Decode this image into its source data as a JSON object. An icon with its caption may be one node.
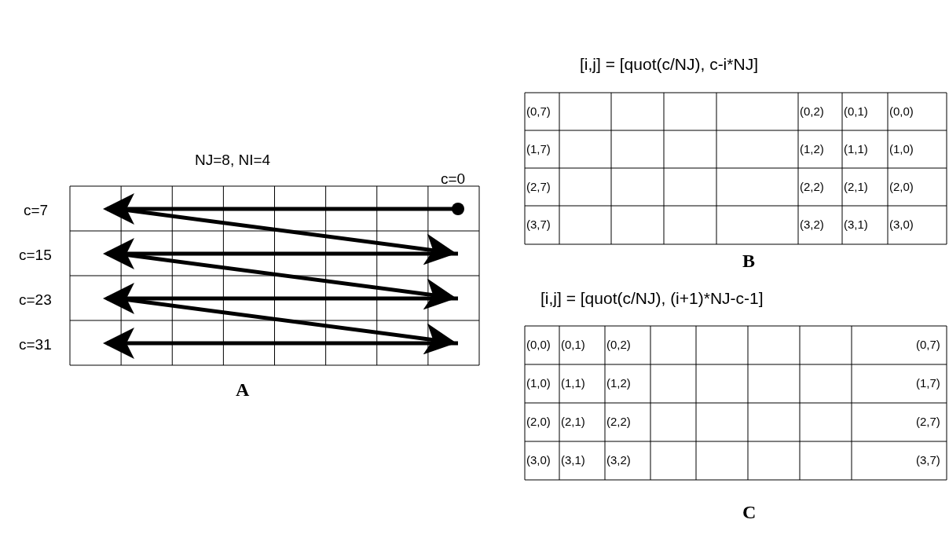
{
  "diagram": {
    "labels": [
      "NJ=8, NI=4",
      "c=0",
      "c=7",
      "c=15",
      "c=23",
      "c=31",
      "A",
      "[i,j] = [quot(c/NJ), c-i*NJ]",
      "(0,7)",
      "(0,2)",
      "(0,1)",
      "(0,0)",
      "(1,7)",
      "(1,2)",
      "(1,1)",
      "(1,0)",
      "(2,7)",
      "(2,2)",
      "(2,1)",
      "(2,0)",
      "(3,7)",
      "(3,2)",
      "(3,1)",
      "(3,0)",
      "B",
      "[i,j] = [quot(c/NJ), (i+1)*NJ-c-1]",
      "(0,0)",
      "(0,1)",
      "(0,2)",
      "(0,7)",
      "(1,0)",
      "(1,1)",
      "(1,2)",
      "(1,7)",
      "(2,0)",
      "(2,1)",
      "(2,2)",
      "(2,7)",
      "(3,0)",
      "(3,1)",
      "(3,2)",
      "(3,7)",
      "C"
    ]
  }
}
